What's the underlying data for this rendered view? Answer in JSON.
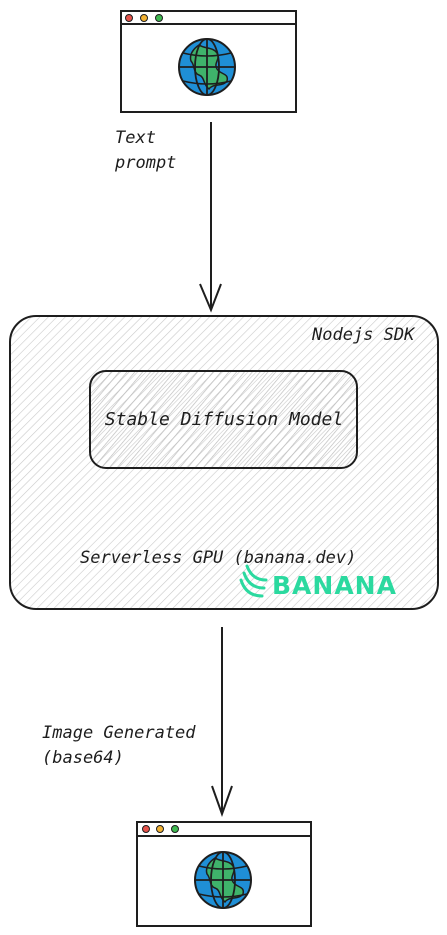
{
  "top_browser": {
    "label": ""
  },
  "arrow_top": {
    "label_line1": "Text",
    "label_line2": "prompt"
  },
  "sdk_box": {
    "title": "Nodejs SDK"
  },
  "model_box": {
    "label": "Stable Diffusion Model"
  },
  "gpu": {
    "label": "Serverless GPU (banana.dev)",
    "logo_text": "BANANA"
  },
  "arrow_bottom": {
    "label_line1": "Image Generated",
    "label_line2": "(base64)"
  },
  "colors": {
    "stroke": "#1e1e1e",
    "hatch": "#c7c7c7",
    "globe_blue": "#1f8fd6",
    "globe_green": "#3fb36b",
    "dot_red": "#e5534b",
    "dot_yellow": "#f2b233",
    "dot_green": "#3fb950",
    "banana_green": "#2bd99f"
  },
  "icons": [
    "browser-window-icon",
    "globe-icon",
    "arrow-down-icon",
    "banana-logo-icon"
  ]
}
